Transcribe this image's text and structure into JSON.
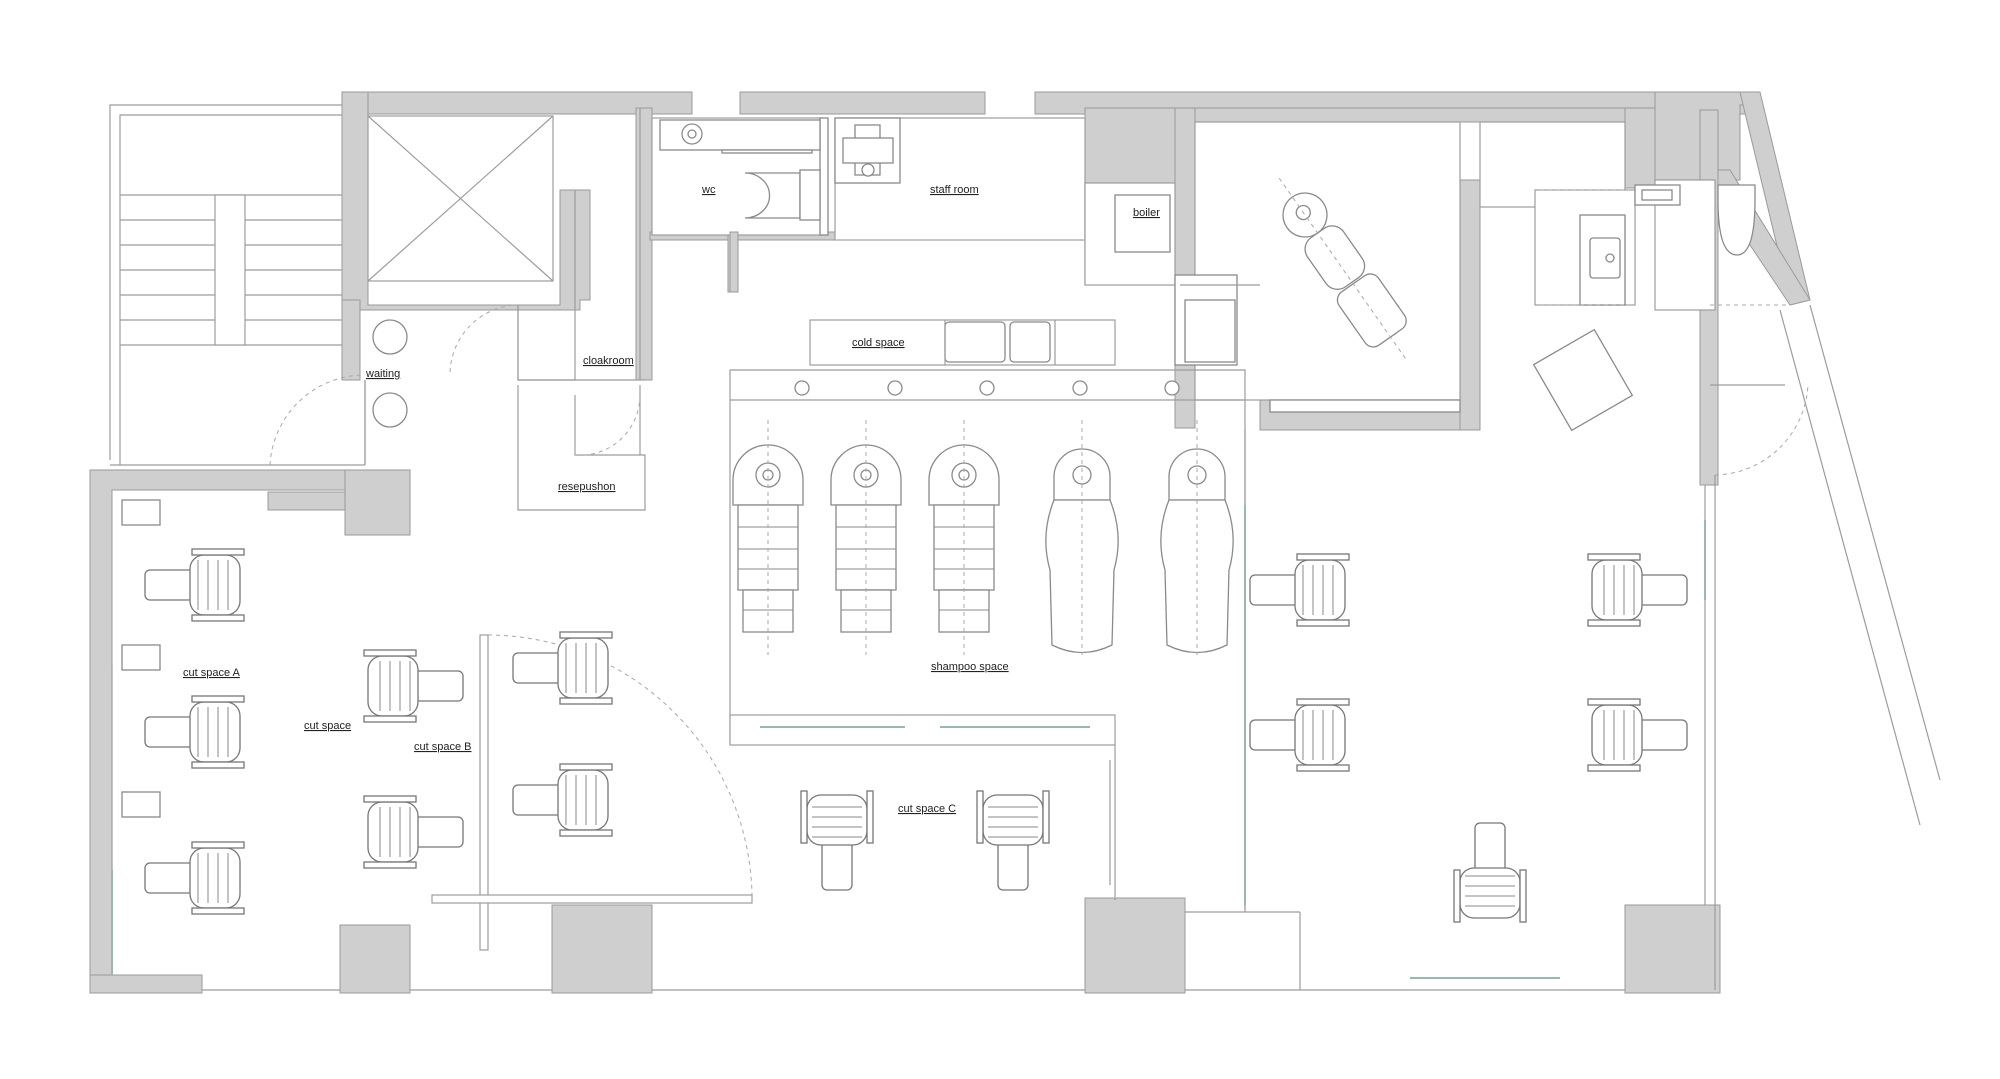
{
  "labels": {
    "wc": "wc",
    "staff_room": "staff room",
    "boiler": "boiler",
    "waiting": "waiting",
    "cloakroom": "cloakroom",
    "cold_space": "cold space",
    "resepushon": "resepushon",
    "shampoo_space": "shampoo space",
    "cut_space_a": "cut space A",
    "cut_space": "cut space",
    "cut_space_b": "cut space B",
    "cut_space_c": "cut space C"
  },
  "colors": {
    "wall_fill": "#cfcfcf",
    "line": "#9c9c9c",
    "glass": "#9bb7b2",
    "label": "#222222"
  }
}
